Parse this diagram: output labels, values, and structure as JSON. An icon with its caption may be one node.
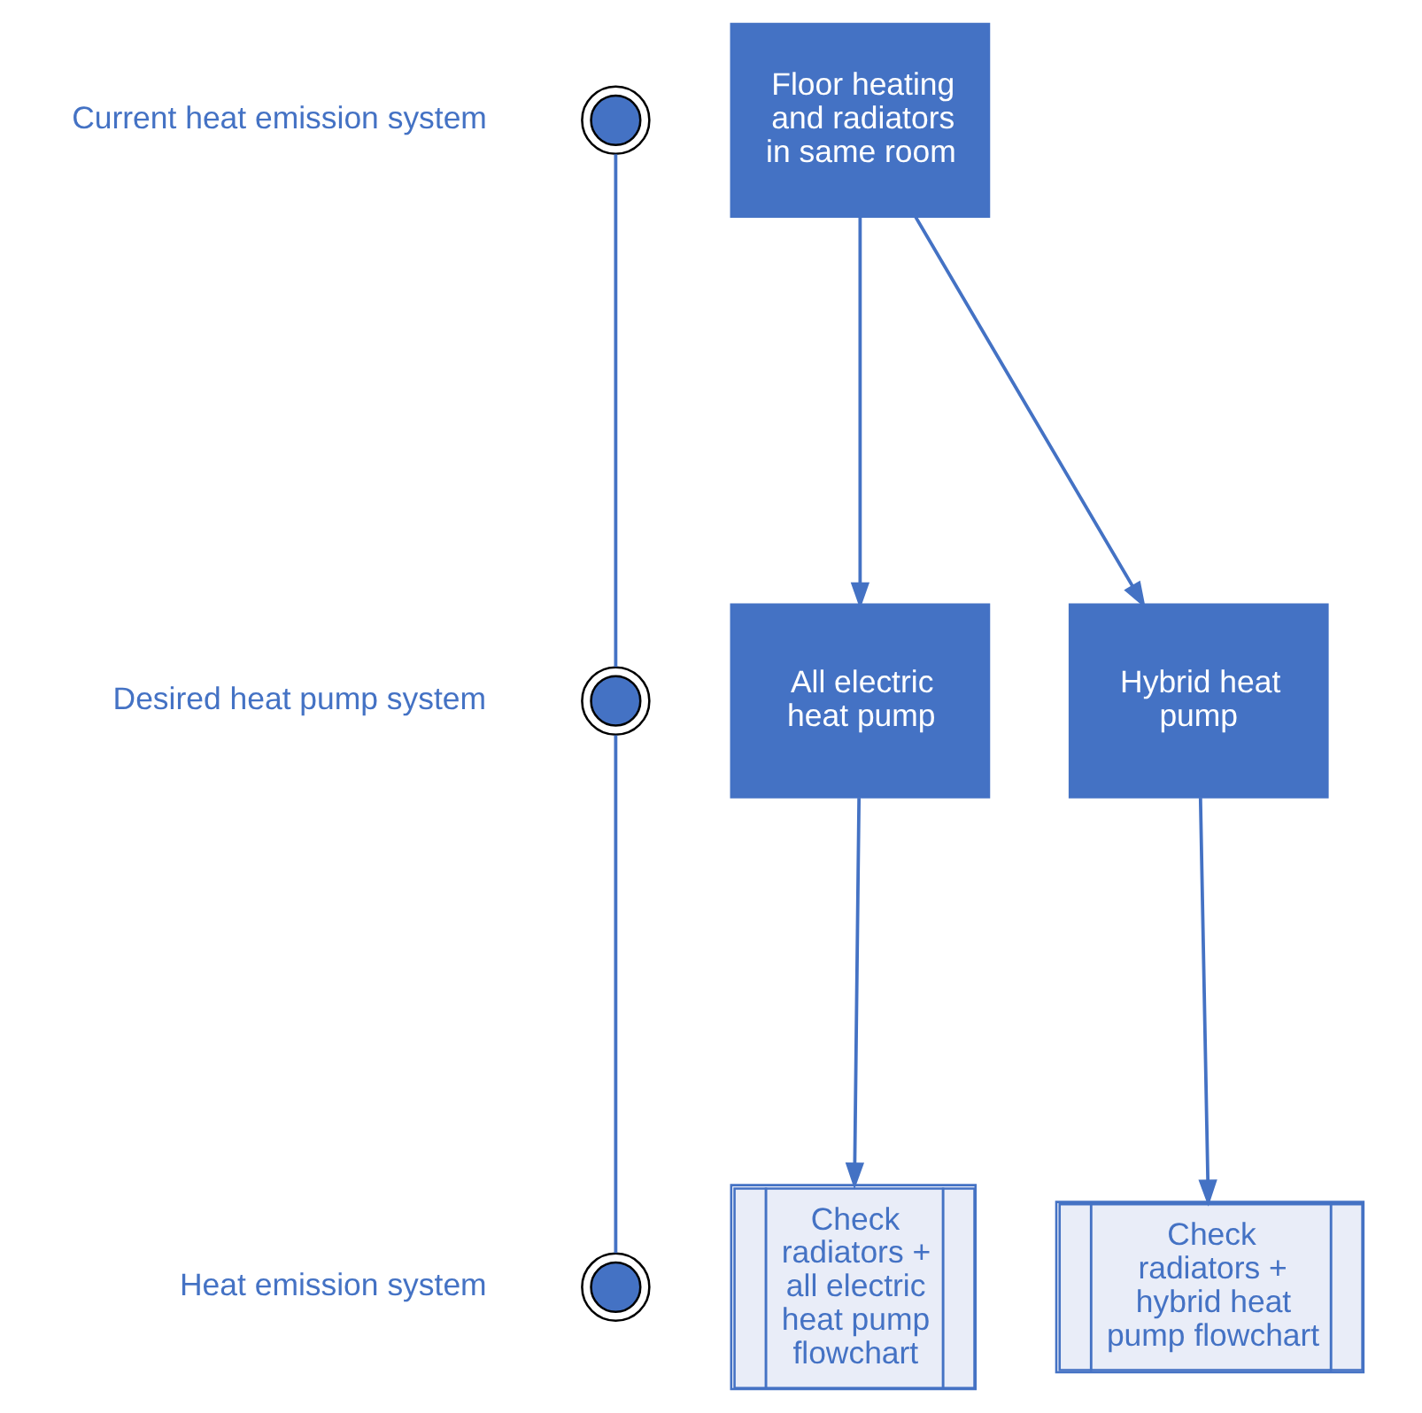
{
  "diagram": {
    "nodes": [
      {
        "text": [],
        "shape": "circle",
        "beside": [
          "Current heat emission system"
        ]
      },
      {
        "text": [],
        "shape": "circle",
        "beside": [
          "Desired heat pump system"
        ]
      },
      {
        "text": [],
        "shape": "circle",
        "beside": [
          "Heat emission system"
        ]
      },
      {
        "text": [
          "Floor heating and radiators in same room"
        ]
      },
      {
        "text": [
          "All electric heat pump"
        ]
      },
      {
        "text": [
          "Hybrid heat pump"
        ]
      },
      {
        "text": [
          "Check radiators + all electric heat pump flowchart"
        ]
      },
      {
        "text": [
          "Check radiators + hybrid heat pump flowchart"
        ]
      }
    ],
    "edges": [
      {
        "from": 0,
        "to": 1,
        "arrow": "none"
      },
      {
        "from": 1,
        "to": 2,
        "arrow": "none"
      },
      {
        "from": 3,
        "to": 4,
        "arrow": "to"
      },
      {
        "from": 3,
        "to": 5,
        "arrow": "to"
      },
      {
        "from": 4,
        "to": 6,
        "arrow": "to"
      },
      {
        "from": 5,
        "to": 7,
        "arrow": "to"
      }
    ]
  }
}
